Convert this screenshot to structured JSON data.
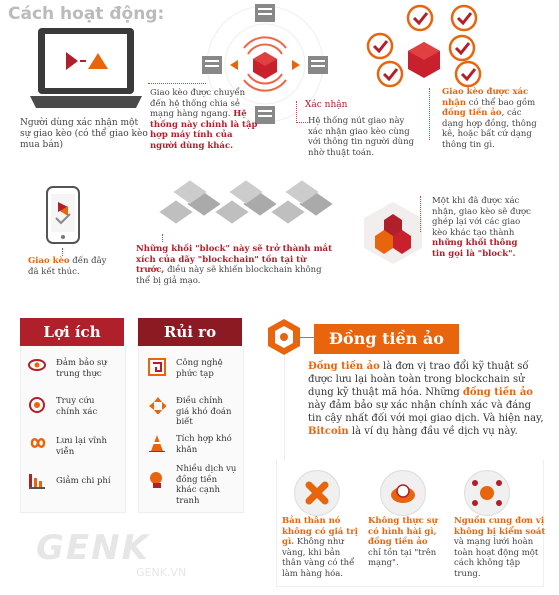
{
  "title": "Cách hoạt động:",
  "steps": {
    "user_confirm": "Người dùng xác nhận một sự giao kèo (có thể giao kèo mua bán)",
    "broadcast_a": "Giao kèo được chuyển đến hệ thống chia sẻ mạng hàng ngang. ",
    "broadcast_b": "Hệ thống này chính là tập hợp máy tính của người dùng khác.",
    "verify_label": "Xác nhận",
    "verify_text": "Hệ thống nút giao này xác nhận giao kèo cùng với thông tin người dùng nhờ thuật toán.",
    "approved_head": "Giao kèo được xác nhận",
    "approved_a": "có thể bao gồm ",
    "approved_b": "đồng tiền ảo",
    "approved_c": ", các dạng hợp đồng, thông kê, hoặc bất cứ dạng thông tin gì.",
    "block_a": "Một khi đã được xác nhận, giao kèo sẽ được ghép lại với các giao kèo khác tạo thành ",
    "block_b": "những khối thông tin gọi là \"block\".",
    "chain_a": "Những khối \"block\" này sẽ trở thành mắt xích của dãy \"blockchain\" tồn tại từ trước,",
    "chain_b": " điều này sẽ khiến blockchain không thể bị giả mạo.",
    "done_a": "Giao kèo",
    "done_b": " đến đây đã kết thúc."
  },
  "benefits": {
    "title": "Lợi ích",
    "items": [
      "Đảm bảo sự trung thực",
      "Truy cứu chính xác",
      "Lưu lại vĩnh viễn",
      "Giảm chi phí"
    ]
  },
  "risks": {
    "title": "Rủi ro",
    "items": [
      "Công nghệ phức tạp",
      "Điều chỉnh giá khó đoán biết",
      "Tích hợp khó khăn",
      "Nhiều dịch vụ đồng tiền khác cạnh tranh"
    ]
  },
  "crypto": {
    "title": "Đồng tiền ảo",
    "p1": "Đồng tiền ảo",
    "p2": " là đơn vị trao đổi kỹ thuật số được lưu lại hoàn toàn trong blockchain sử dụng kỹ thuật mã hóa. Những ",
    "p3": "đồng tiền ảo",
    "p4": " này đảm bảo sự xác nhận chính xác và đáng tin cậy nhất đối với mọi giao dịch. Và hiện nay, ",
    "p5": "Bitcoin",
    "p6": " là ví dụ hàng đầu về dịch vụ này."
  },
  "bottom": {
    "c1a": "Bản thân nó không có giá trị gì.",
    "c1b": " Không như vàng, khi bản thân vàng có thể làm hàng hóa.",
    "c2a": "Không thực sự có hình hài gì, đồng tiền ảo",
    "c2b": " chỉ tồn tại \"trên mạng\".",
    "c3a": "Nguồn cung đơn vị không bị kiểm soát",
    "c3b": " và mạng lưới hoàn toàn hoạt động một cách không tập trung."
  },
  "watermark": {
    "logo": "GENK",
    "url": "GENK.VN"
  },
  "colors": {
    "orange": "#e8650e",
    "red": "#b0202a",
    "darkred": "#8c1a22",
    "laptop": "#3a3a3a"
  }
}
